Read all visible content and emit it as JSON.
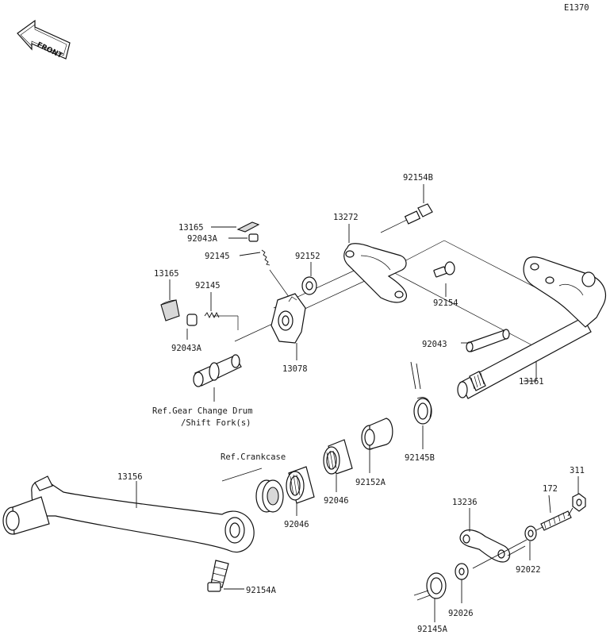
{
  "diagram_code": "E1370",
  "front_label": "FRONT",
  "labels": {
    "p13165_a": "13165",
    "p92043A_a": "92043A",
    "p92145_a": "92145",
    "p92152": "92152",
    "p13272": "13272",
    "p92154B": "92154B",
    "p92154": "92154",
    "p13165_b": "13165",
    "p92145_b": "92145",
    "p92043A_b": "92043A",
    "p13078": "13078",
    "p92043": "92043",
    "p13161": "13161",
    "ref_drum_1": "Ref.Gear Change Drum",
    "ref_drum_2": "/Shift Fork(s)",
    "p92145B": "92145B",
    "ref_crankcase": "Ref.Crankcase",
    "p13156": "13156",
    "p92046_a": "92046",
    "p92046_b": "92046",
    "p92152A": "92152A",
    "p13236": "13236",
    "p172": "172",
    "p311": "311",
    "p92022": "92022",
    "p92026": "92026",
    "p92145A": "92145A",
    "p92154A": "92154A"
  }
}
